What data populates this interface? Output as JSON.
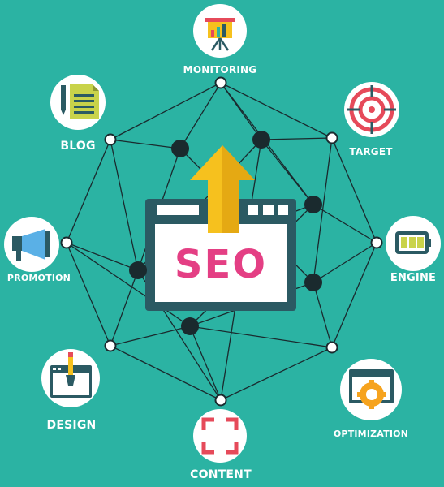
{
  "center": {
    "text": "SEO"
  },
  "topics": [
    {
      "key": "monitoring",
      "label": "MONITORING"
    },
    {
      "key": "blog",
      "label": "BLOG"
    },
    {
      "key": "target",
      "label": "TARGET"
    },
    {
      "key": "promotion",
      "label": "PROMOTION"
    },
    {
      "key": "engine",
      "label": "ENGINE"
    },
    {
      "key": "design",
      "label": "DESIGN"
    },
    {
      "key": "content",
      "label": "CONTENT"
    },
    {
      "key": "optimization",
      "label": "OPTIMIZATION"
    }
  ],
  "colors": {
    "background": "#2bb3a3",
    "line": "#1a2a2e",
    "window_frame": "#2b5a63",
    "seo_text": "#e43f84",
    "arrow": "#f6c11e",
    "icon_circle": "#ffffff"
  },
  "icons": {
    "monitoring": "presentation-board-icon",
    "blog": "document-pen-icon",
    "target": "crosshair-target-icon",
    "promotion": "megaphone-icon",
    "engine": "battery-icon",
    "design": "paint-window-icon",
    "content": "frame-corners-icon",
    "optimization": "gear-window-icon"
  }
}
